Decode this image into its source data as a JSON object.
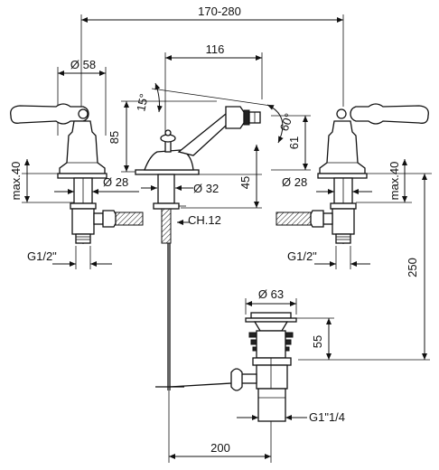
{
  "drawing": {
    "labels": {
      "spread": "170-280",
      "handle_diameter": "Ø 58",
      "spout_reach": "116",
      "spout_angle_up": "15°",
      "spout_height": "85",
      "spout_tilt": "60°",
      "spout_nozzle_height": "61",
      "max_deck_left": "max.40",
      "max_deck_right": "max.40",
      "valve_base_left": "Ø 28",
      "body_base": "Ø 32",
      "valve_base_right": "Ø 28",
      "body_shank": "45",
      "hex_nut": "CH.12",
      "inlet_left": "G1/2\"",
      "inlet_right": "G1/2\"",
      "total_height": "250",
      "waste_diameter": "Ø 63",
      "waste_height": "55",
      "waste_thread": "G1\"1/4",
      "rod_length": "200"
    }
  }
}
